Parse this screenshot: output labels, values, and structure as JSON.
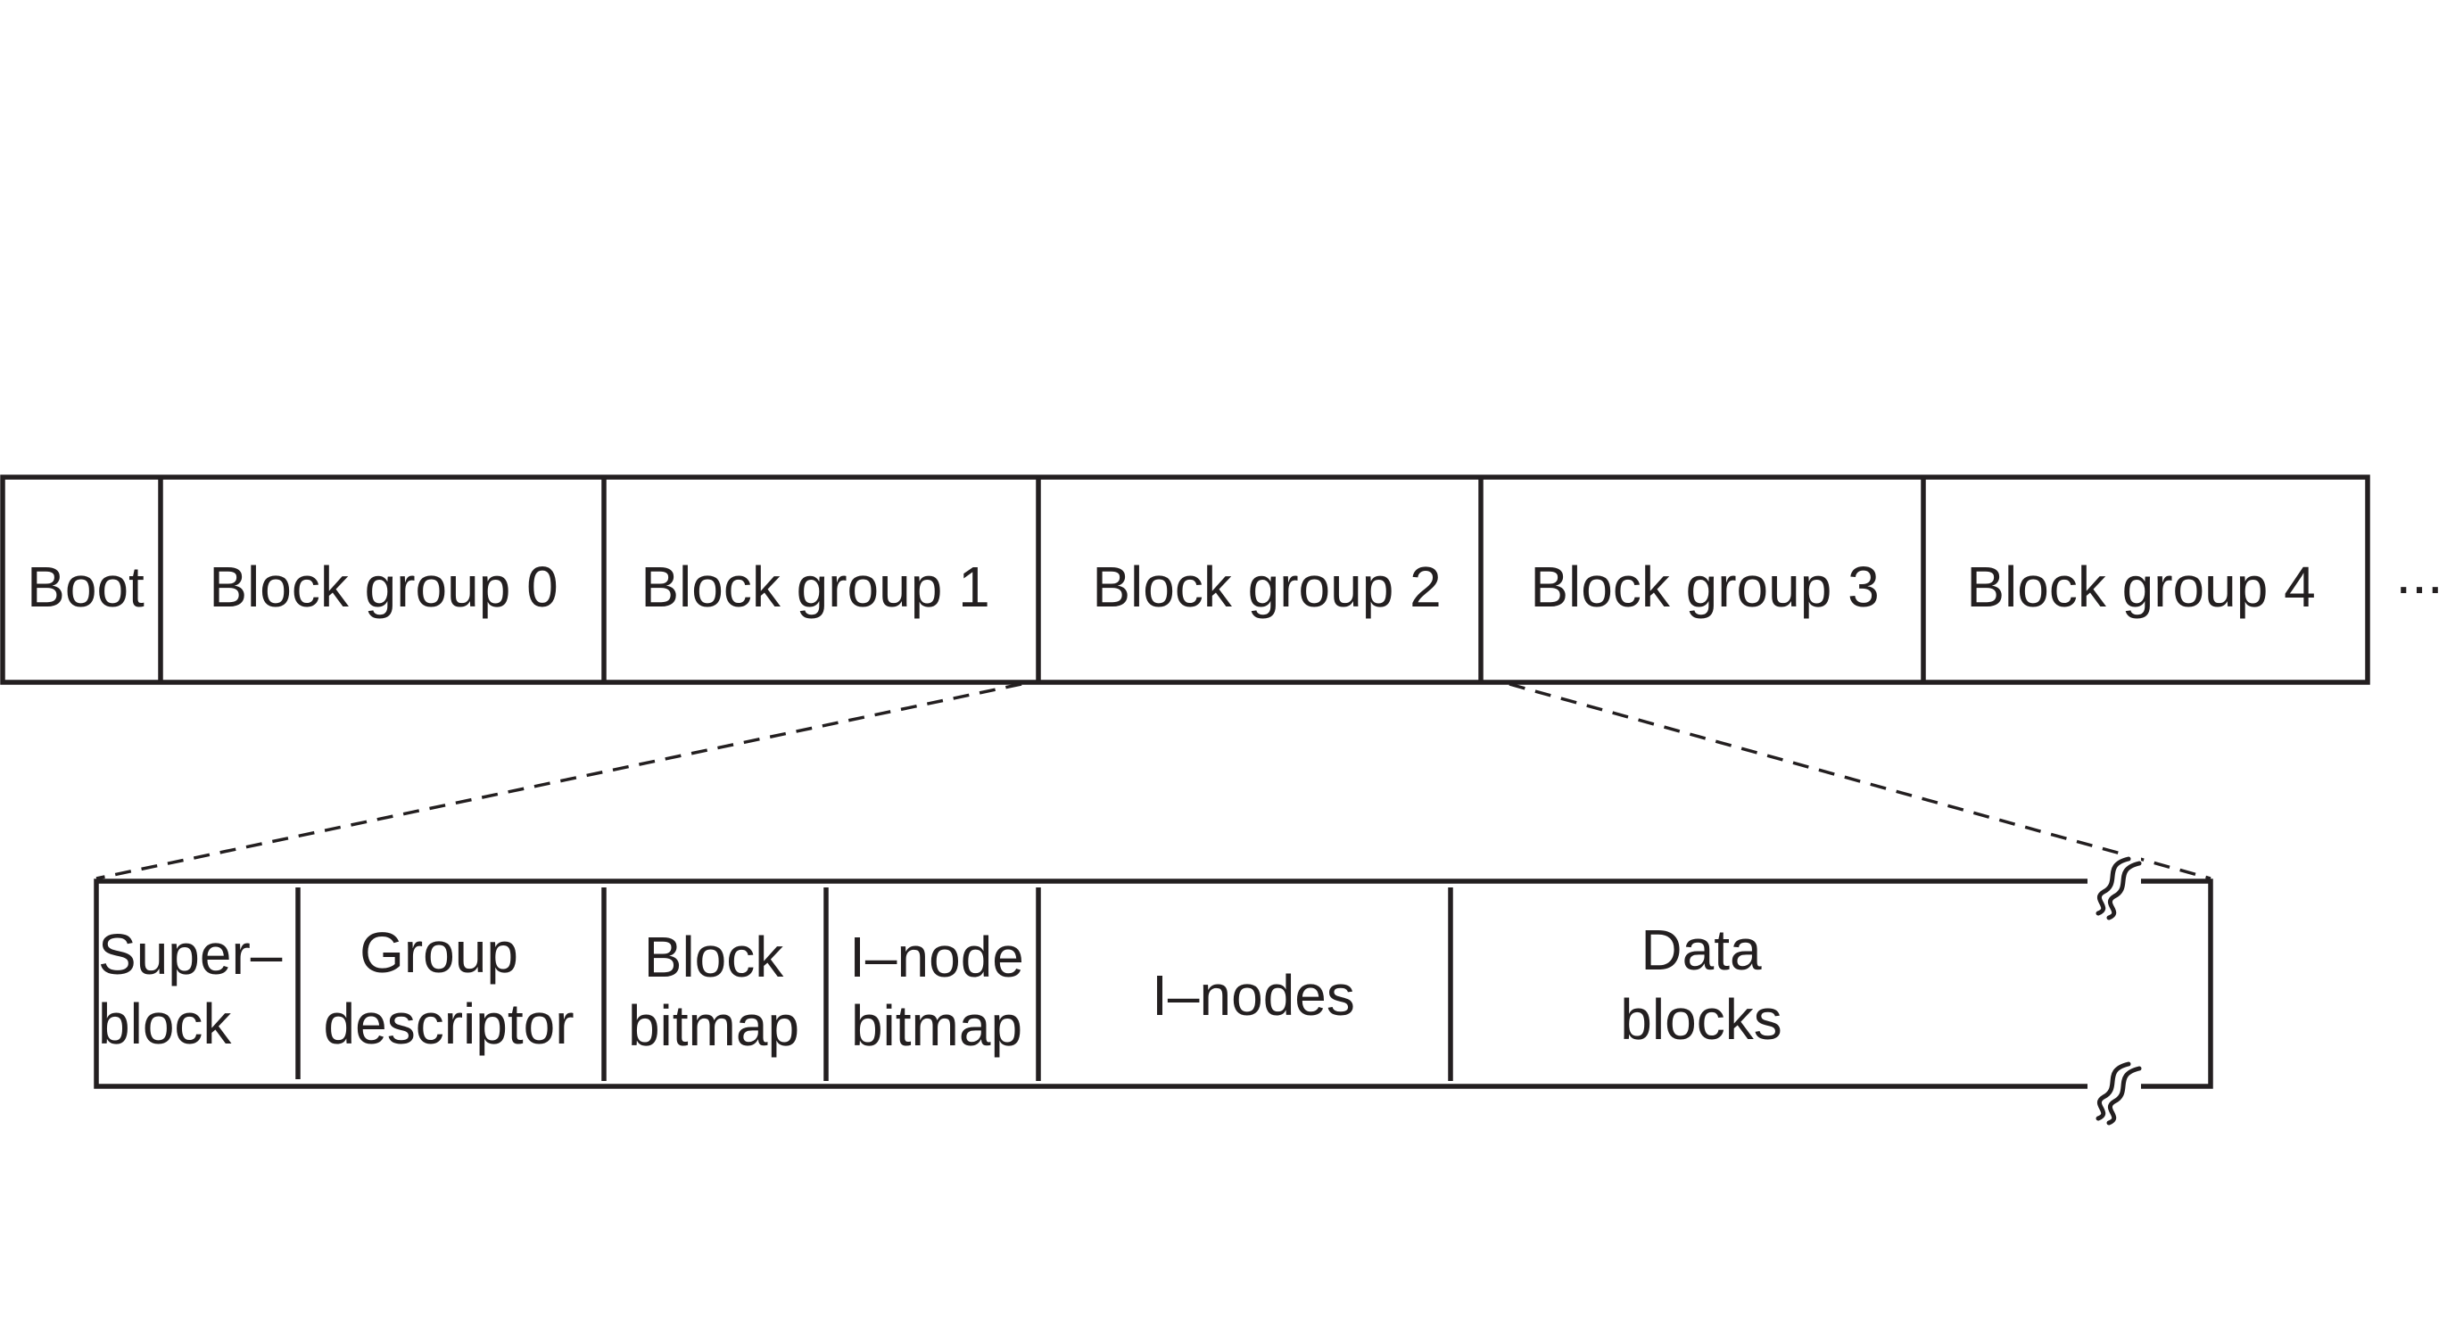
{
  "disk": {
    "boot": "Boot",
    "groups": [
      "Block group 0",
      "Block group 1",
      "Block group 2",
      "Block group 3",
      "Block group 4"
    ],
    "ellipsis": "..."
  },
  "group_detail": {
    "superblock": [
      "Super–",
      "block"
    ],
    "group_descriptor": [
      "Group",
      "descriptor"
    ],
    "block_bitmap": [
      "Block",
      "bitmap"
    ],
    "inode_bitmap": [
      "I–node",
      "bitmap"
    ],
    "inodes": "I–nodes",
    "data_blocks": [
      "Data",
      "blocks"
    ]
  }
}
